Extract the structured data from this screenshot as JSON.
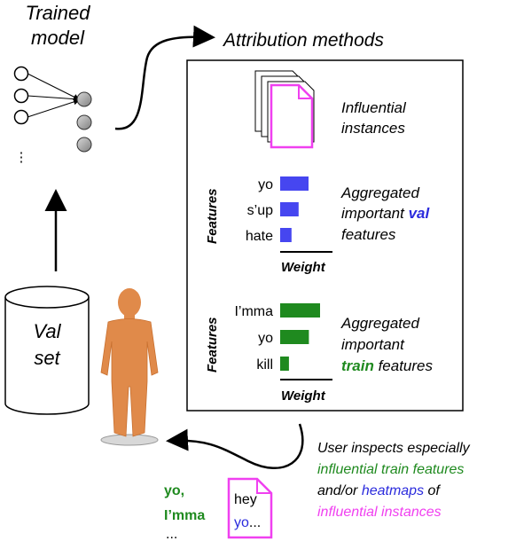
{
  "model": {
    "line1": "Trained",
    "line2": "model",
    "ellipsis": "⋮"
  },
  "attribution": {
    "title": "Attribution methods",
    "influential": {
      "line1": "Influential",
      "line2": "instances"
    },
    "val_panel": {
      "axis_label": "Features",
      "weight_label": "Weight",
      "features": [
        {
          "label": "yo",
          "weight": 1.0
        },
        {
          "label": "s’up",
          "weight": 0.65
        },
        {
          "label": "hate",
          "weight": 0.4
        }
      ],
      "bar_color": "#4646f0",
      "desc_line1": "Aggregated",
      "desc_line2_prefix": "important ",
      "desc_line2_highlight": "val",
      "desc_line3": "features"
    },
    "train_panel": {
      "axis_label": "Features",
      "weight_label": "Weight",
      "features": [
        {
          "label": "I’mma",
          "weight": 1.0
        },
        {
          "label": "yo",
          "weight": 0.72
        },
        {
          "label": "kill",
          "weight": 0.22
        }
      ],
      "bar_color": "#1f8a1f",
      "desc_line1": "Aggregated",
      "desc_line2": "important",
      "desc_line3_highlight": "train",
      "desc_line3_suffix": " features"
    }
  },
  "val_set": {
    "line1": "Val",
    "line2": "set"
  },
  "user_note": {
    "line1": "User inspects especially",
    "line2": "influential train features",
    "line3_prefix": "and/or ",
    "line3_highlight": "heatmaps",
    "line3_suffix": " of",
    "line4": "influential instances"
  },
  "example": {
    "train_words": [
      "yo,",
      "I’mma",
      "..."
    ],
    "doc_word1": "hey",
    "doc_word2": "yo",
    "doc_ellipsis": "..."
  },
  "colors": {
    "green": "#1f8a1f",
    "blue": "#2b2bdd",
    "magenta": "#f040f0",
    "person": "#e08a4a"
  }
}
